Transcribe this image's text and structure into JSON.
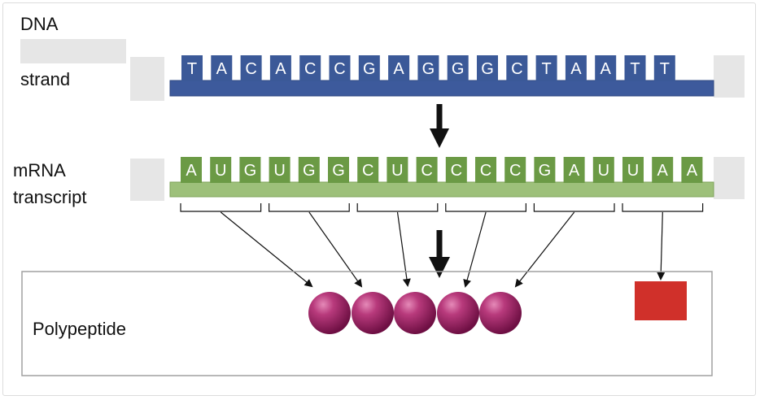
{
  "labels": {
    "dna_line1": "DNA",
    "dna_line2": "strand",
    "mrna_line1": "mRNA",
    "mrna_line2": "transcript",
    "polypeptide": "Polypeptide"
  },
  "dna_bases": [
    "T",
    "A",
    "C",
    "A",
    "C",
    "C",
    "G",
    "A",
    "G",
    "G",
    "G",
    "C",
    "T",
    "A",
    "A",
    "T",
    "T"
  ],
  "mrna_bases": [
    "A",
    "U",
    "G",
    "U",
    "G",
    "G",
    "C",
    "U",
    "C",
    "C",
    "C",
    "C",
    "G",
    "A",
    "U",
    "U",
    "A",
    "A"
  ],
  "colors": {
    "dna_base": "#3b5998",
    "dna_backbone": "#3d5a9c",
    "mrna_base": "#6b9a45",
    "mrna_backbone": "#9dc07a",
    "amino_acid": "#9c1f63",
    "stop_block": "#d0302a",
    "blank_box": "#e6e6e6"
  },
  "polypeptide": {
    "amino_acid_count": 5,
    "has_stop": true
  },
  "codon_count": 6
}
